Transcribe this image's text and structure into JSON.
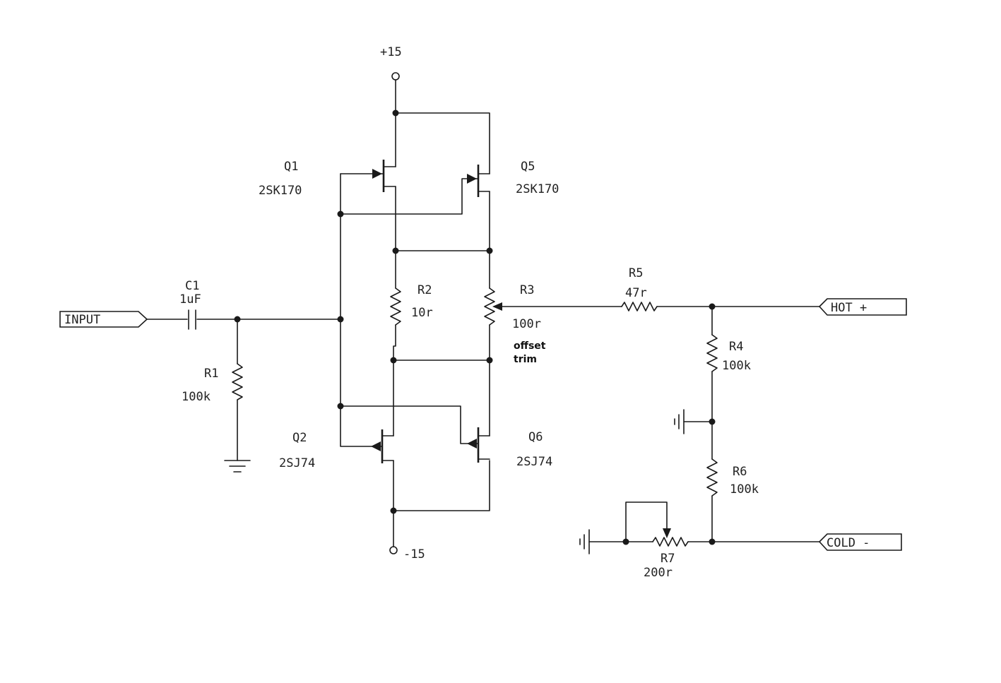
{
  "supply": {
    "positive": "+15",
    "negative": "-15"
  },
  "ports": {
    "input": "INPUT",
    "hot": "HOT +",
    "cold": "COLD -"
  },
  "components": {
    "C1": {
      "ref": "C1",
      "value": "1uF"
    },
    "R1": {
      "ref": "R1",
      "value": "100k"
    },
    "R2": {
      "ref": "R2",
      "value": "10r"
    },
    "R3": {
      "ref": "R3",
      "value": "100r",
      "note1": "offset",
      "note2": "trim"
    },
    "R4": {
      "ref": "R4",
      "value": "100k"
    },
    "R5": {
      "ref": "R5",
      "value": "47r"
    },
    "R6": {
      "ref": "R6",
      "value": "100k"
    },
    "R7": {
      "ref": "R7",
      "value": "200r"
    },
    "Q1": {
      "ref": "Q1",
      "part": "2SK170"
    },
    "Q2": {
      "ref": "Q2",
      "part": "2SJ74"
    },
    "Q5": {
      "ref": "Q5",
      "part": "2SK170"
    },
    "Q6": {
      "ref": "Q6",
      "part": "2SJ74"
    }
  }
}
